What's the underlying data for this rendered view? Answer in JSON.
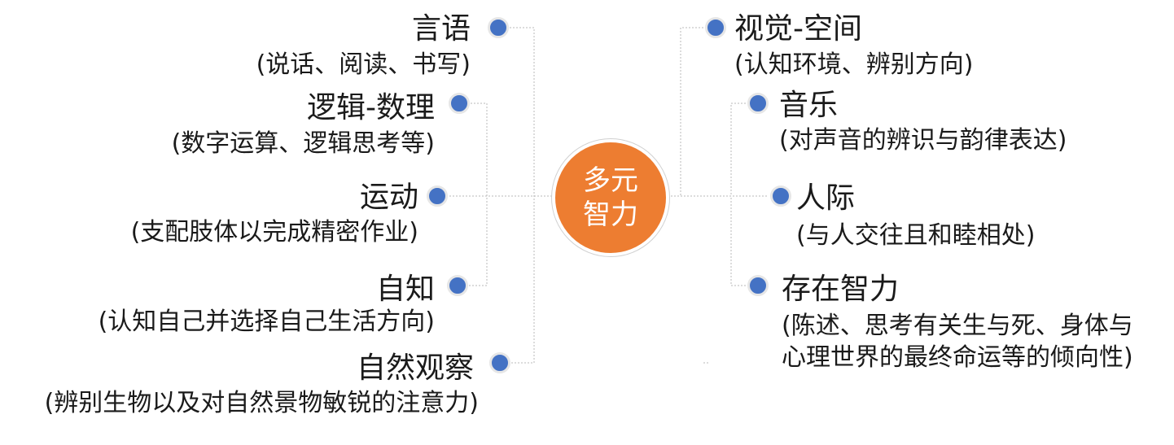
{
  "colors": {
    "center": "#ed7d31",
    "node": "#4472c4",
    "line": "#b9b9b9",
    "text": "#1a1a1a"
  },
  "center": {
    "line1": "多元",
    "line2": "智力"
  },
  "left": [
    {
      "title": "言语",
      "desc": "(说话、阅读、书写)"
    },
    {
      "title": "逻辑-数理",
      "desc": "(数字运算、逻辑思考等)"
    },
    {
      "title": "运动",
      "desc": "(支配肢体以完成精密作业)"
    },
    {
      "title": "自知",
      "desc": "(认知自己并选择自己生活方向)"
    },
    {
      "title": "自然观察",
      "desc": "(辨别生物以及对自然景物敏锐的注意力)"
    }
  ],
  "right": [
    {
      "title": "视觉-空间",
      "desc": "(认知环境、辨别方向)"
    },
    {
      "title": "音乐",
      "desc": "(对声音的辨识与韵律表达)"
    },
    {
      "title": "人际",
      "desc": "(与人交往且和睦相处)"
    },
    {
      "title": "存在智力",
      "desc": "(陈述、思考有关生与死、身体与",
      "desc2": "心理世界的最终命运等的倾向性)"
    }
  ]
}
